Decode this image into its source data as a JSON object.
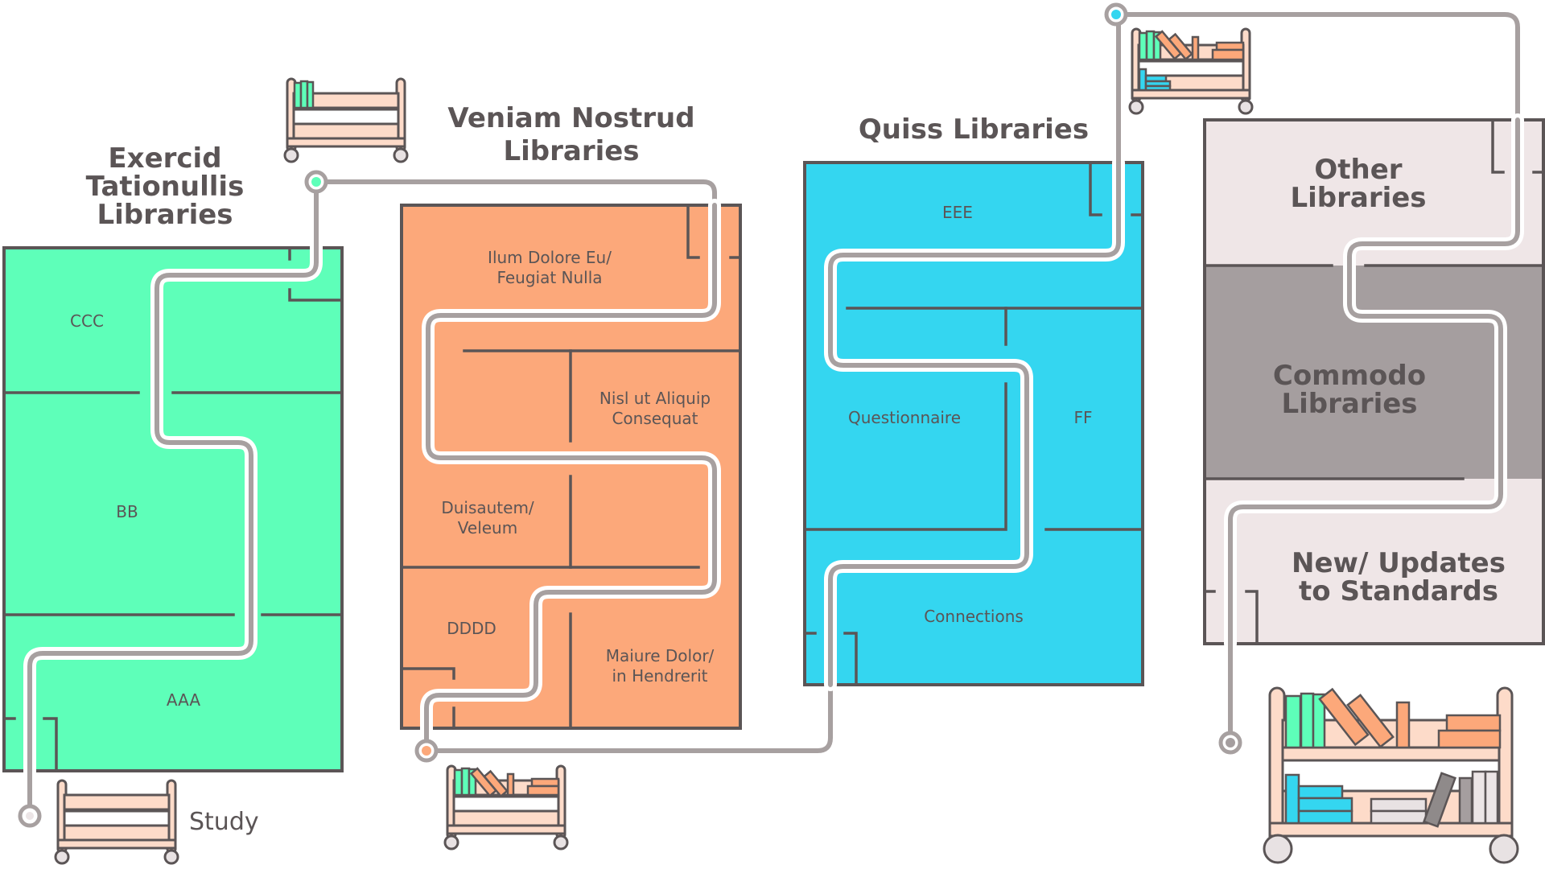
{
  "diagram": {
    "type": "library floor-plan route map",
    "colors": {
      "ink": "#5b5556",
      "route": "#a7a0a0",
      "green_building": "#5effb9",
      "orange_building": "#fca87a",
      "blue_building": "#34d6f0",
      "light_gray_building": "#efe6e7",
      "dark_gray_zone": "#a59e9f",
      "cart": "#fddbc9",
      "wheel": "#e8e2e3"
    },
    "buildings": [
      {
        "id": "exercid",
        "title_lines": [
          "Exercid",
          "Tationullis",
          "Libraries"
        ],
        "rooms": [
          {
            "label_lines": [
              "CCC"
            ]
          },
          {
            "label_lines": [
              "BB"
            ]
          },
          {
            "label_lines": [
              "AAA"
            ]
          }
        ],
        "node_color": "#5effb9"
      },
      {
        "id": "veniam",
        "title_lines": [
          "Veniam Nostrud",
          "Libraries"
        ],
        "rooms": [
          {
            "label_lines": [
              "Ilum Dolore Eu/",
              "Feugiat Nulla"
            ]
          },
          {
            "label_lines": [
              "Nisl ut Aliquip",
              "Consequat"
            ]
          },
          {
            "label_lines": [
              "Duisautem/",
              "Veleum"
            ]
          },
          {
            "label_lines": [
              "DDDD"
            ]
          },
          {
            "label_lines": [
              "Maiure Dolor/",
              "in Hendrerit"
            ]
          }
        ],
        "node_color": "#fca87a"
      },
      {
        "id": "quiss",
        "title_lines": [
          "Quiss Libraries"
        ],
        "rooms": [
          {
            "label_lines": [
              "EEE"
            ]
          },
          {
            "label_lines": [
              "Questionnaire"
            ]
          },
          {
            "label_lines": [
              "FF"
            ]
          },
          {
            "label_lines": [
              "Connections"
            ]
          }
        ],
        "node_color": "#34d6f0"
      },
      {
        "id": "other",
        "title_lines": [],
        "rooms": [
          {
            "label_lines": [
              "Other",
              "Libraries"
            ]
          },
          {
            "label_lines": [
              "Commodo",
              "Libraries"
            ]
          },
          {
            "label_lines": [
              "New/ Updates",
              "to Standards"
            ]
          }
        ],
        "node_color": "#a59e9f"
      }
    ],
    "start_label": "Study",
    "carts": [
      {
        "id": "study-cart",
        "books": "none"
      },
      {
        "id": "exercid-cart",
        "books": "3 green"
      },
      {
        "id": "veniam-cart",
        "books": "3 green, 2 leaning orange, 1 orange, 2 stacked orange"
      },
      {
        "id": "quiss-cart",
        "books": "green and orange top shelf, blue bottom shelf"
      },
      {
        "id": "final-cart",
        "books": "full: green, orange, blue, light gray, dark gray"
      }
    ]
  }
}
